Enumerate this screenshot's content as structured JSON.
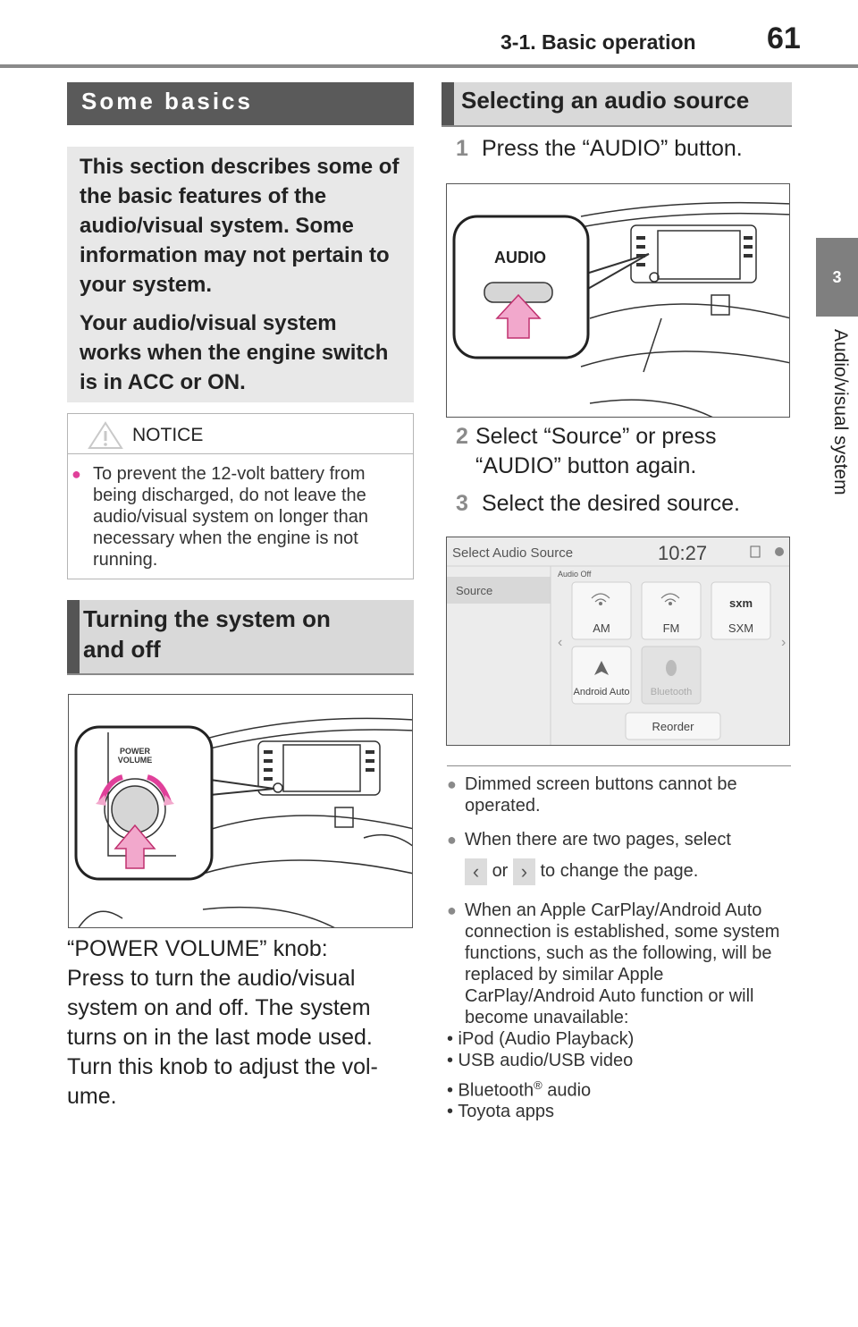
{
  "header": {
    "section": "3-1. Basic operation",
    "page_number": "61"
  },
  "side_tab": {
    "number": "3",
    "label": "Audio/visual system"
  },
  "left": {
    "some_basics": {
      "heading": "Some basics",
      "intro": [
        "This section describes some of the basic features of the audio/visual system. Some information may not pertain to your system.",
        "Your audio/visual system works when the engine switch is in ACC or ON."
      ]
    },
    "notice": {
      "title": "NOTICE",
      "text": "To prevent the 12-volt battery from being discharged, do not leave the audio/visual system on longer than necessary when the engine is not running."
    },
    "turning": {
      "heading_line1": "Turning the system on",
      "heading_line2": "and off",
      "figure_label_1": "POWER",
      "figure_label_2": "VOLUME",
      "body": [
        "“POWER VOLUME” knob:",
        "Press to turn the audio/visual",
        "system on and off. The system",
        "turns on in the last mode used.",
        "Turn this knob to adjust the vol-",
        "ume."
      ]
    }
  },
  "right": {
    "heading": "Selecting an audio source",
    "steps": [
      {
        "num": "1",
        "text": "Press the “AUDIO” button."
      },
      {
        "num": "2",
        "line1": "Select “Source” or press",
        "line2": "“AUDIO” button again."
      },
      {
        "num": "3",
        "text": "Select the desired source."
      }
    ],
    "audio_figure_label": "AUDIO",
    "screen": {
      "title": "Select Audio Source",
      "time": "10:27",
      "sidebar_item": "Source",
      "sub_label": "Audio Off",
      "tiles": [
        "AM",
        "FM",
        "SXM",
        "Android Auto",
        "Bluetooth"
      ],
      "sxm_logo": "sxm",
      "reorder": "Reorder"
    },
    "notes": {
      "n1": "Dimmed screen buttons cannot be operated.",
      "n2_pre": "When there are two pages, select",
      "n2_or": "or",
      "n2_post": "to change the page.",
      "n3": "When an Apple CarPlay/Android Auto connection is established, some system functions, such as the following, will be replaced by similar Apple CarPlay/Android Auto function or will become unavailable:",
      "items": [
        "• iPod (Audio Playback)",
        "• USB audio/USB video"
      ],
      "bt_prefix": "• Bluetooth",
      "bt_sup": "®",
      "bt_suffix": " audio",
      "last_item": "• Toyota apps"
    }
  }
}
